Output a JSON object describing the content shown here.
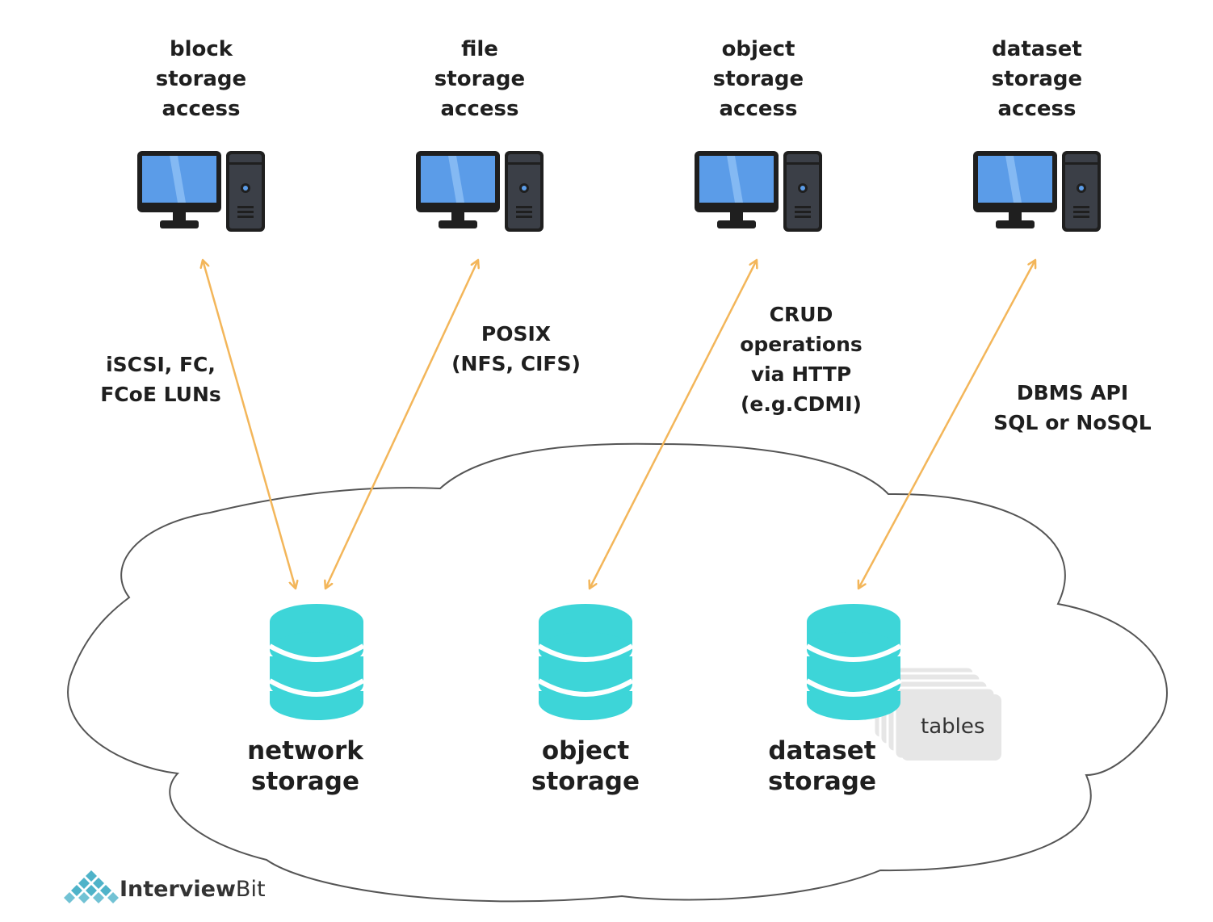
{
  "clients": [
    {
      "id": "block",
      "lines": [
        "block",
        "storage",
        "access"
      ]
    },
    {
      "id": "file",
      "lines": [
        "file",
        "storage",
        "access"
      ]
    },
    {
      "id": "object",
      "lines": [
        "object",
        "storage",
        "access"
      ]
    },
    {
      "id": "dataset",
      "lines": [
        "dataset",
        "storage",
        "access"
      ]
    }
  ],
  "protocols": [
    {
      "id": "iscsi",
      "lines": [
        "iSCSI, FC,",
        "FCoE LUNs"
      ]
    },
    {
      "id": "posix",
      "lines": [
        "POSIX",
        "(NFS, CIFS)"
      ]
    },
    {
      "id": "crud",
      "lines": [
        "CRUD",
        "operations",
        "via HTTP",
        "(e.g.CDMI)"
      ]
    },
    {
      "id": "dbms",
      "lines": [
        "DBMS API",
        "SQL or NoSQL"
      ]
    }
  ],
  "storages": [
    {
      "id": "network",
      "lines": [
        "network",
        "storage"
      ]
    },
    {
      "id": "object",
      "lines": [
        "object",
        "storage"
      ]
    },
    {
      "id": "dataset",
      "lines": [
        "dataset",
        "storage"
      ]
    }
  ],
  "tables_label": "tables",
  "brand": {
    "bold": "Interview",
    "light": "Bit"
  },
  "colors": {
    "arrow": "#f3b65a",
    "database": "#3dd5d8",
    "cloud_stroke": "#555555",
    "screen": "#5b9ce8",
    "computer_frame": "#1f1f1f",
    "tower": "#3b3f47",
    "card_fill": "#e6e6e6",
    "logo": "#4fb3c9"
  }
}
